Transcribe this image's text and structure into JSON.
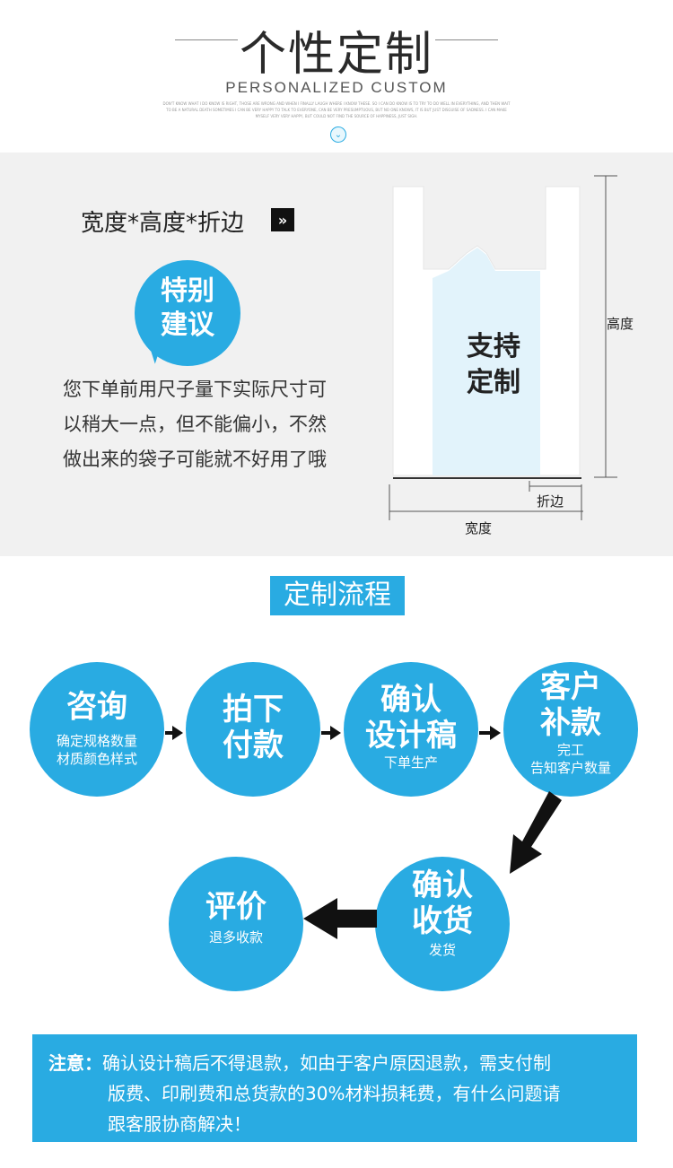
{
  "header": {
    "title_zh": "个性定制",
    "title_en": "PERSONALIZED CUSTOM",
    "tiny_text": "DON'T KNOW WHAT I DO KNOW IS RIGHT, THOSE ARE WRONG AND WHEN I FINALLY LAUGH WHERE I KNOW THESE. SO I CAN DO KNOW IS TO TRY TO DO WELL IN EVERYTHING, AND THEN WAIT TO BE A NATURAL DEATH SOMETIMES I CAN BE VERY HAPPY TO TALK TO EVERYONE, CAN BE VERY PRESUMPTUOUS, BUT NO ONE KNOWS, IT IS BUT JUST DISGUISE OF SADNESS. I CAN MAKE MYSELF VERY VERY HAPPY, BUT COULD NOT FIND THE SOURCE OF HAPPINESS, JUST SIGH."
  },
  "dimensions": {
    "label": "宽度*高度*折边",
    "arrow_icon": "double-chevron-right-icon",
    "bubble_line1": "特别",
    "bubble_line2": "建议",
    "advice_line1": "您下单前用尺子量下实际尺寸可",
    "advice_line2": "以稍大一点，但不能偏小，不然",
    "advice_line3": "做出来的袋子可能就不好用了哦",
    "bag_line1": "支持",
    "bag_line2": "定制",
    "height_label": "高度",
    "width_label": "宽度",
    "fold_label": "折边"
  },
  "process": {
    "title": "定制流程",
    "steps": [
      {
        "big1": "咨询",
        "big2": "",
        "small1": "确定规格数量",
        "small2": "材质颜色样式"
      },
      {
        "big1": "拍下",
        "big2": "付款",
        "small1": "",
        "small2": ""
      },
      {
        "big1": "确认",
        "big2": "设计稿",
        "small1": "下单生产",
        "small2": ""
      },
      {
        "big1": "客户",
        "big2": "补款",
        "small1": "完工",
        "small2": "告知客户数量"
      },
      {
        "big1": "确认",
        "big2": "收货",
        "small1": "发货",
        "small2": ""
      },
      {
        "big1": "评价",
        "big2": "",
        "small1": "退多收款",
        "small2": ""
      }
    ]
  },
  "notice": {
    "label": "注意：",
    "line1": "确认设计稿后不得退款，如由于客户原因退款，需支付制",
    "line2": "版费、印刷费和总货款的30%材料损耗费，有什么问题请",
    "line3": "跟客服协商解决！"
  },
  "colors": {
    "accent": "#29abe2",
    "section_bg": "#f1f1f1"
  }
}
